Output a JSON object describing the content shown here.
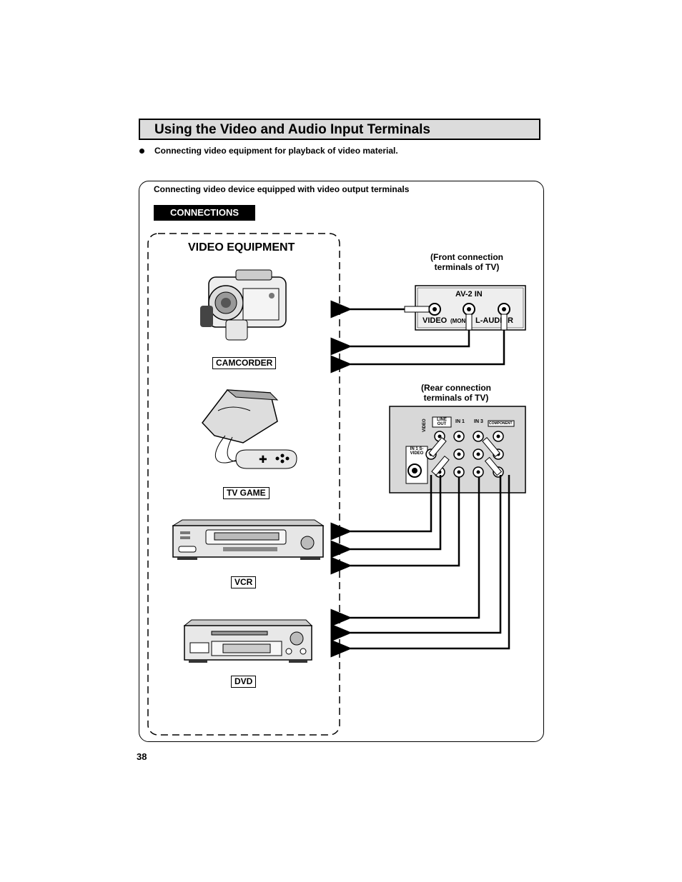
{
  "page": {
    "title": "Using the Video and Audio Input Terminals",
    "bullet": "Connecting video equipment for playback of video material.",
    "page_number": "38"
  },
  "panel": {
    "heading": "Connecting video device equipped with video output terminals",
    "connections_label": "CONNECTIONS",
    "equipment_heading": "VIDEO EQUIPMENT",
    "devices": [
      "CAMCORDER",
      "TV GAME",
      "VCR",
      "DVD"
    ]
  },
  "front_terminals": {
    "caption_line1": "(Front connection",
    "caption_line2": "terminals of TV)",
    "panel_name": "AV-2 IN",
    "video_label": "VIDEO",
    "mono_label": "(MON",
    "audio_label": "L-AUDI",
    "r_label": "R"
  },
  "rear_terminals": {
    "caption_line1": "(Rear connection",
    "caption_line2": "terminals of TV)",
    "line_out": "LINE OUT",
    "in1": "IN 1",
    "in3": "IN 3",
    "component": "COMPONENT",
    "in1_svideo": "IN 1 S-VIDEO",
    "video_vertical": "VIDEO"
  }
}
